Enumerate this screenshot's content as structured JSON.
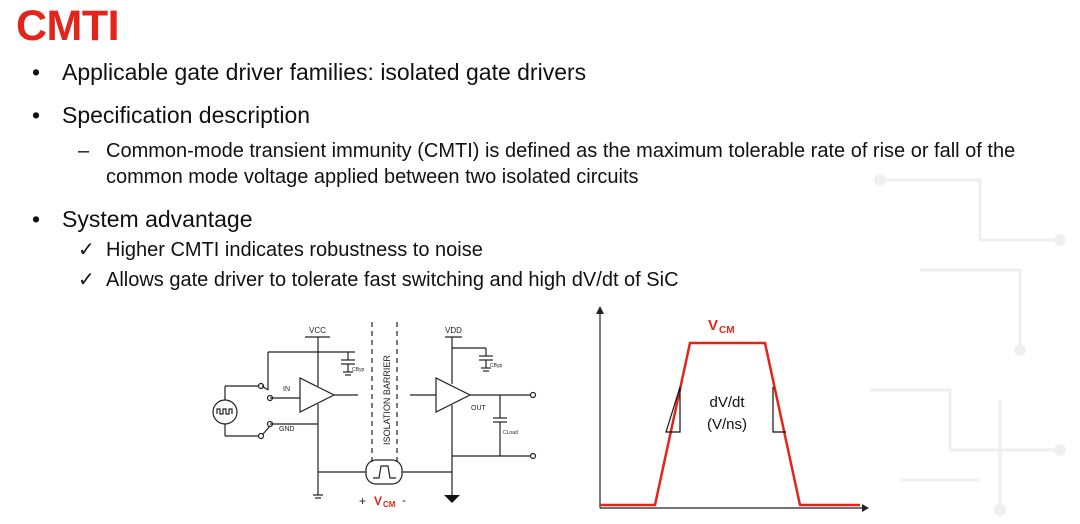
{
  "title": "CMTI",
  "bullets": [
    {
      "marker": "•",
      "text": "Applicable gate driver families: isolated gate drivers"
    },
    {
      "marker": "•",
      "text": "Specification description"
    },
    {
      "marker": "•",
      "text": "System advantage"
    }
  ],
  "description": {
    "marker": "–",
    "text": "Common-mode transient immunity (CMTI) is defined as the maximum tolerable rate of rise or fall of the common mode voltage applied between two isolated circuits"
  },
  "advantages": [
    {
      "marker": "✓",
      "text": "Higher CMTI indicates robustness to noise"
    },
    {
      "marker": "✓",
      "text": "Allows gate driver to tolerate fast switching and high dV/dt of SiC"
    }
  ],
  "circuit": {
    "vcc": "VCC",
    "vdd": "VDD",
    "in": "IN",
    "gnd": "GND",
    "out": "OUT",
    "cbyp": "CByp",
    "cload": "CLoad",
    "barrier": "ISOLATION BARRIER",
    "plus": "+",
    "minus": "-",
    "vcm_main": "V",
    "vcm_sub": "CM"
  },
  "waveform": {
    "vcm_main": "V",
    "vcm_sub": "CM",
    "slope_label": "dV/dt",
    "slope_unit": "(V/ns)"
  },
  "colors": {
    "accent": "#e3241b",
    "text": "#111111"
  }
}
